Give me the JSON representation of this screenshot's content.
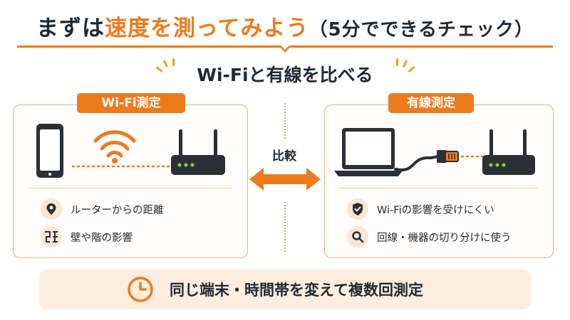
{
  "header": {
    "title_prefix": "まずは",
    "title_accent": "速度を測ってみよう",
    "title_suffix": "（5分でできるチェック）",
    "subtitle": "Wi-Fiと有線を比べる"
  },
  "left_panel": {
    "tag": "Wi-Fi測定",
    "features": [
      {
        "icon": "location-pin-icon",
        "label": "ルーターからの距離"
      },
      {
        "icon": "wall-icon",
        "label": "壁や階の影響"
      }
    ]
  },
  "center": {
    "compare_label": "比較"
  },
  "right_panel": {
    "tag": "有線測定",
    "features": [
      {
        "icon": "shield-check-icon",
        "label": "Wi-Fiの影響を受けにくい"
      },
      {
        "icon": "magnifier-icon",
        "label": "回線・機器の切り分けに使う"
      }
    ]
  },
  "footer": {
    "icon": "clock-icon",
    "text": "同じ端末・時間帯を変えて複数回測定"
  },
  "colors": {
    "accent": "#ee7a1e",
    "panel_border": "#f0b07a",
    "icon_bg": "#fbe6d3",
    "footer_bg": "#fdeedf",
    "device": "#2b2f36",
    "led": "#8fd14f"
  }
}
